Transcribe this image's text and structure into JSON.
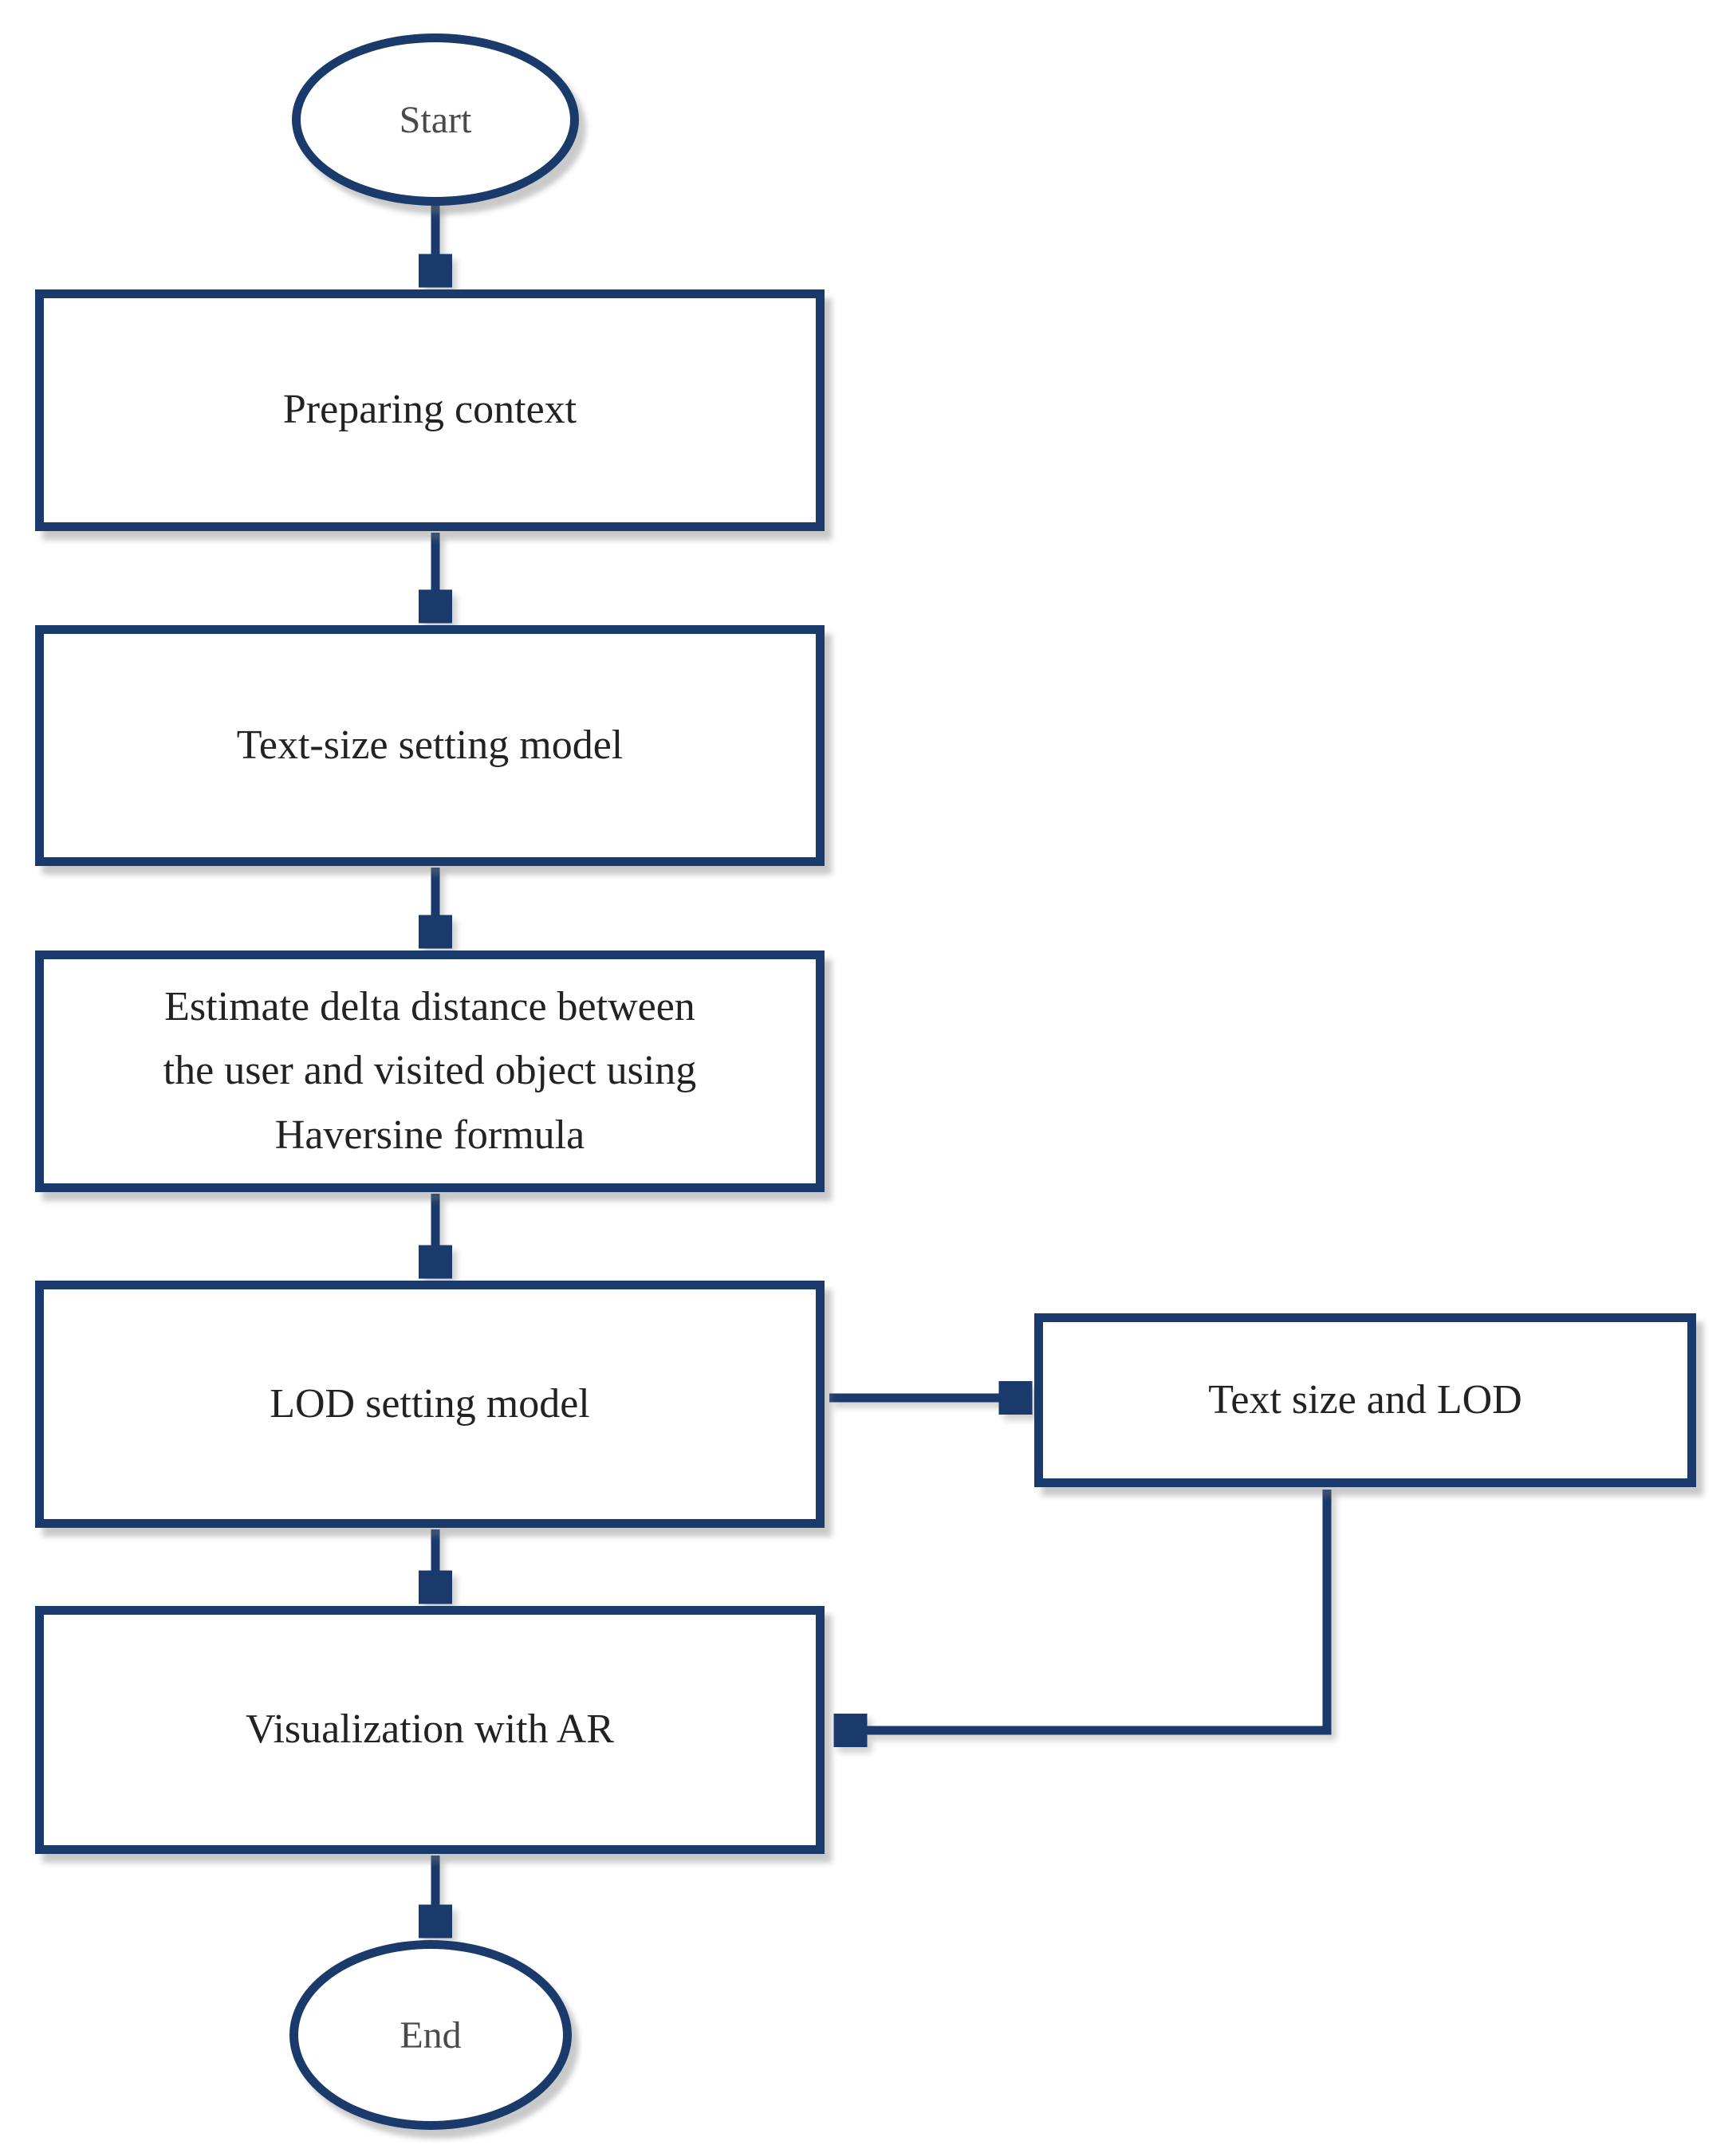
{
  "figure": {
    "type": "flowchart",
    "colors": {
      "line": "#1a3a6b",
      "box_text": "#222222",
      "terminal_text": "#4a4a4a",
      "background": "#ffffff"
    },
    "nodes": [
      {
        "id": "start",
        "shape": "terminal",
        "label": "Start"
      },
      {
        "id": "preparing-context",
        "shape": "process",
        "label": "Preparing context"
      },
      {
        "id": "text-size-setting-model",
        "shape": "process",
        "label": "Text-size setting model"
      },
      {
        "id": "estimate-delta-distance",
        "shape": "process",
        "label": "Estimate delta distance between\nthe user and visited object using\nHaversine formula"
      },
      {
        "id": "lod-setting-model",
        "shape": "process",
        "label": "LOD setting model"
      },
      {
        "id": "text-size-and-lod",
        "shape": "process",
        "label": "Text size and LOD"
      },
      {
        "id": "visualization-with-ar",
        "shape": "process",
        "label": "Visualization with AR"
      },
      {
        "id": "end",
        "shape": "terminal",
        "label": "End"
      }
    ],
    "edges": [
      {
        "from": "start",
        "to": "preparing-context"
      },
      {
        "from": "preparing-context",
        "to": "text-size-setting-model"
      },
      {
        "from": "text-size-setting-model",
        "to": "estimate-delta-distance"
      },
      {
        "from": "estimate-delta-distance",
        "to": "lod-setting-model"
      },
      {
        "from": "lod-setting-model",
        "to": "text-size-and-lod"
      },
      {
        "from": "lod-setting-model",
        "to": "visualization-with-ar"
      },
      {
        "from": "text-size-and-lod",
        "to": "visualization-with-ar"
      },
      {
        "from": "visualization-with-ar",
        "to": "end"
      }
    ]
  }
}
